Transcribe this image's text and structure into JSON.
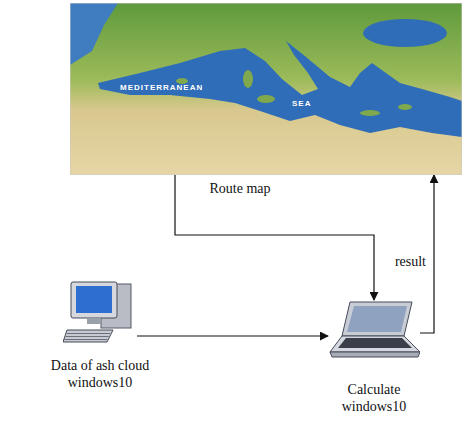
{
  "diagram": {
    "nodes": [
      {
        "text": [
          "Route map"
        ]
      },
      {
        "text": [
          "Data of ash cloud windows10"
        ]
      },
      {
        "text": [
          "Calculate windows10"
        ]
      }
    ],
    "edges": [
      {
        "from": 0,
        "to": 2,
        "arrow": "to"
      },
      {
        "from": 1,
        "to": 2,
        "arrow": "to"
      },
      {
        "from": 2,
        "to": 0,
        "label": "result",
        "arrow": "to"
      }
    ],
    "labels": [
      "MEDITERRANEAN",
      "SEA"
    ]
  }
}
